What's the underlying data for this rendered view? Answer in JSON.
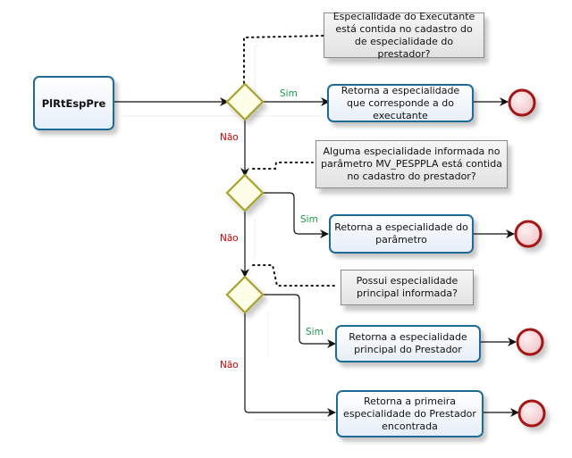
{
  "start": {
    "label": "PlRtEspPre"
  },
  "gateways": [
    {
      "question": "Especialidade do Executante está contida no cadastro do de especialidade do prestador?",
      "yes_label": "Sim",
      "no_label": "Não",
      "yes_task": "Retorna a especialidade que corresponde a do executante"
    },
    {
      "question": "Alguma especialidade informada no parâmetro MV_PESPPLA está contida no cadastro do prestador?",
      "yes_label": "Sim",
      "no_label": "Não",
      "yes_task": "Retorna a especialidade do parâmetro"
    },
    {
      "question": "Possui especialidade principal informada?",
      "yes_label": "Sim",
      "no_label": "Não",
      "yes_task": "Retorna a especialidade principal do Prestador"
    }
  ],
  "fallback_task": "Retorna a primeira especialidade do Prestador encontrada",
  "colors": {
    "task_border": "#1f6b97",
    "gateway_border": "#a8a32b",
    "gateway_fill": "#fdfde8",
    "end_border": "#a31515",
    "end_fill": "#f7d7d9",
    "yes": "#1a9a4a",
    "no": "#cc0000"
  }
}
